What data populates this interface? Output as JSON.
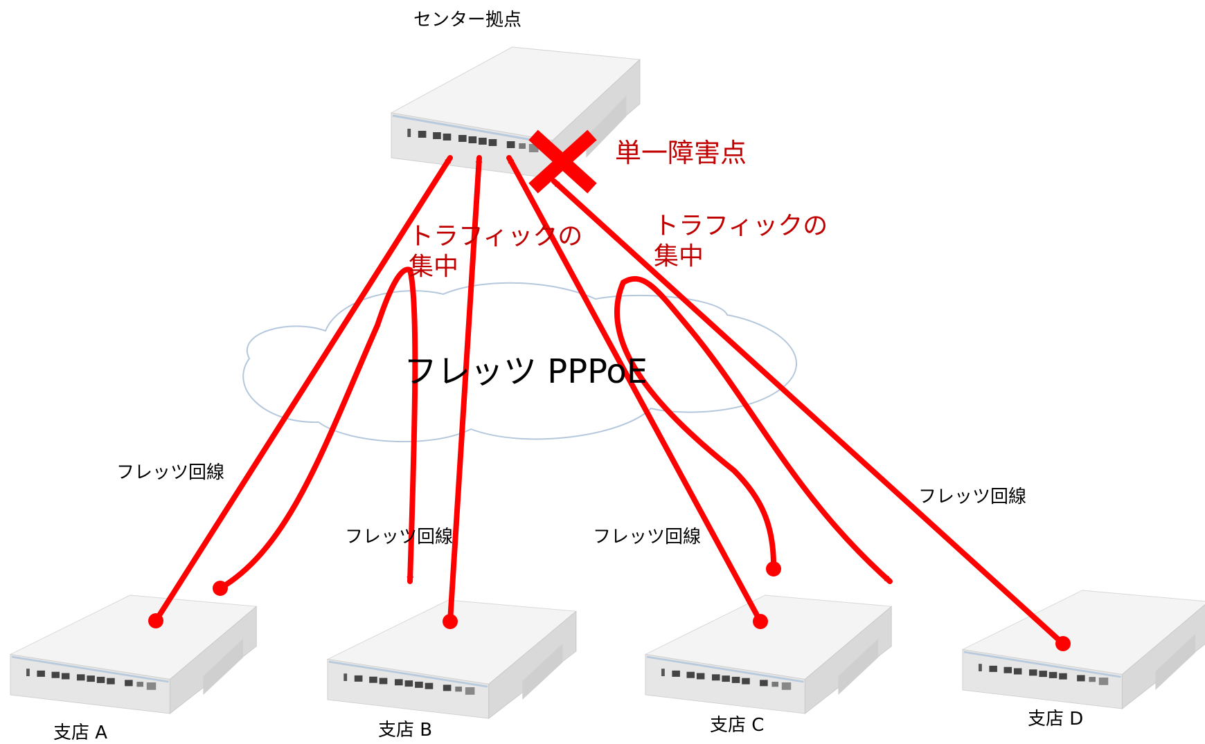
{
  "center": {
    "label": "センター拠点"
  },
  "network": {
    "label": "フレッツ PPPoE"
  },
  "single_point_of_failure": {
    "label": "単一障害点"
  },
  "traffic_left": {
    "line1": "トラフィックの",
    "line2": "集中"
  },
  "traffic_right": {
    "line1": "トラフィックの",
    "line2": "集中"
  },
  "branches": [
    {
      "label": "支店 A"
    },
    {
      "label": "支店 B"
    },
    {
      "label": "支店 C"
    },
    {
      "label": "支店 D"
    }
  ],
  "links": [
    {
      "label": "フレッツ回線"
    },
    {
      "label": "フレッツ回線"
    },
    {
      "label": "フレッツ回線"
    },
    {
      "label": "フレッツ回線"
    }
  ],
  "colors": {
    "traffic": "#ff0000",
    "annotation": "#c00000",
    "cloud_outline": "#b4c7dc",
    "router_body": "#ebebeb"
  }
}
